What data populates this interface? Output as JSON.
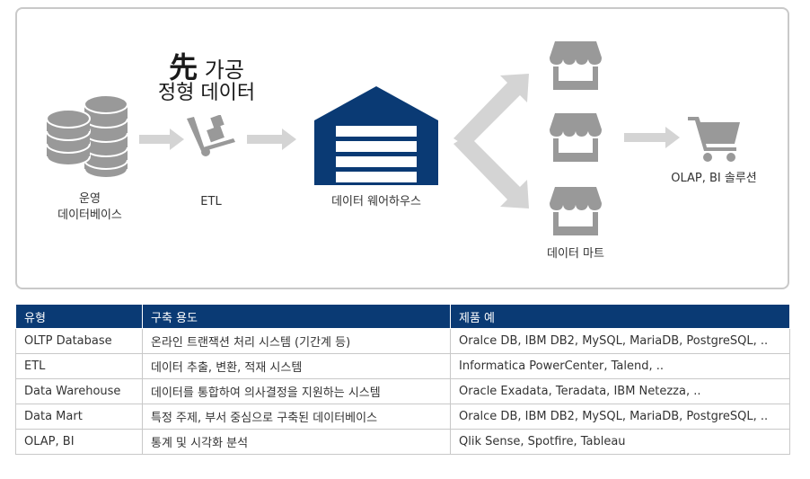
{
  "diagram": {
    "heading_char": "先",
    "heading_rest": " 가공",
    "heading_line2": "정형 데이터",
    "source_label_line1": "운영",
    "source_label_line2": "데이터베이스",
    "etl_label": "ETL",
    "warehouse_label": "데이터 웨어하우스",
    "mart_label": "데이터 마트",
    "olap_label": "OLAP, BI 솔루션"
  },
  "colors": {
    "navy": "#0a3a74",
    "icon_gray": "#999999",
    "arrow_gray": "#d4d4d4"
  },
  "table": {
    "headers": [
      "유형",
      "구축 용도",
      "제품 예"
    ],
    "rows": [
      [
        "OLTP Database",
        "온라인 트랜잭션 처리 시스템 (기간계 등)",
        "Oralce DB, IBM DB2, MySQL, MariaDB, PostgreSQL, .."
      ],
      [
        "ETL",
        "데이터 추출, 변환, 적재 시스템",
        "Informatica PowerCenter, Talend, .."
      ],
      [
        "Data Warehouse",
        "데이터를 통합하여 의사결정을 지원하는 시스템",
        "Oracle Exadata, Teradata, IBM Netezza, .."
      ],
      [
        "Data Mart",
        "특정 주제, 부서 중심으로 구축된 데이터베이스",
        "Oralce DB, IBM DB2, MySQL, MariaDB, PostgreSQL, .."
      ],
      [
        "OLAP, BI",
        "통계 및 시각화 분석",
        "Qlik Sense, Spotfire, Tableau"
      ]
    ]
  }
}
